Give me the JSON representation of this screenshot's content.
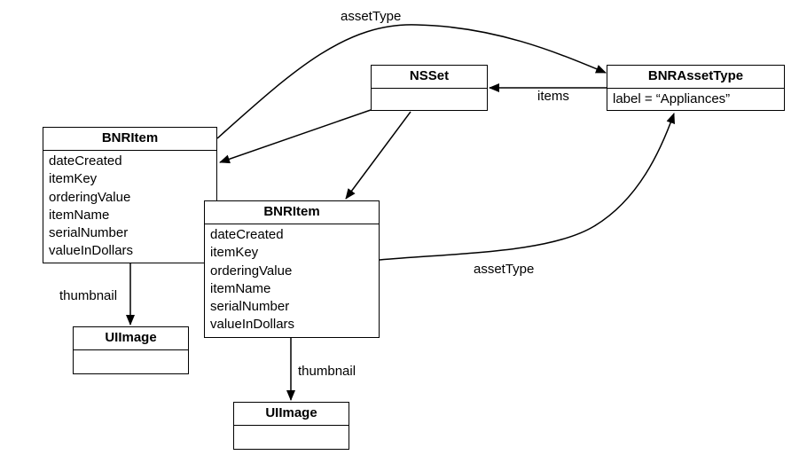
{
  "entities": {
    "nsset": {
      "title": "NSSet",
      "attributes": []
    },
    "asset_type": {
      "title": "BNRAssetType",
      "attributes": [
        "label = “Appliances”"
      ]
    },
    "item_1": {
      "title": "BNRItem",
      "attributes": [
        "dateCreated",
        "itemKey",
        "orderingValue",
        "itemName",
        "serialNumber",
        "valueInDollars"
      ]
    },
    "item_2": {
      "title": "BNRItem",
      "attributes": [
        "dateCreated",
        "itemKey",
        "orderingValue",
        "itemName",
        "serialNumber",
        "valueInDollars"
      ]
    },
    "image_1": {
      "title": "UIImage",
      "attributes": []
    },
    "image_2": {
      "title": "UIImage",
      "attributes": []
    }
  },
  "relationships": {
    "item1_asset_type": "assetType",
    "asset_type_items": "items",
    "item2_asset_type": "assetType",
    "item1_thumbnail": "thumbnail",
    "item2_thumbnail": "thumbnail"
  }
}
